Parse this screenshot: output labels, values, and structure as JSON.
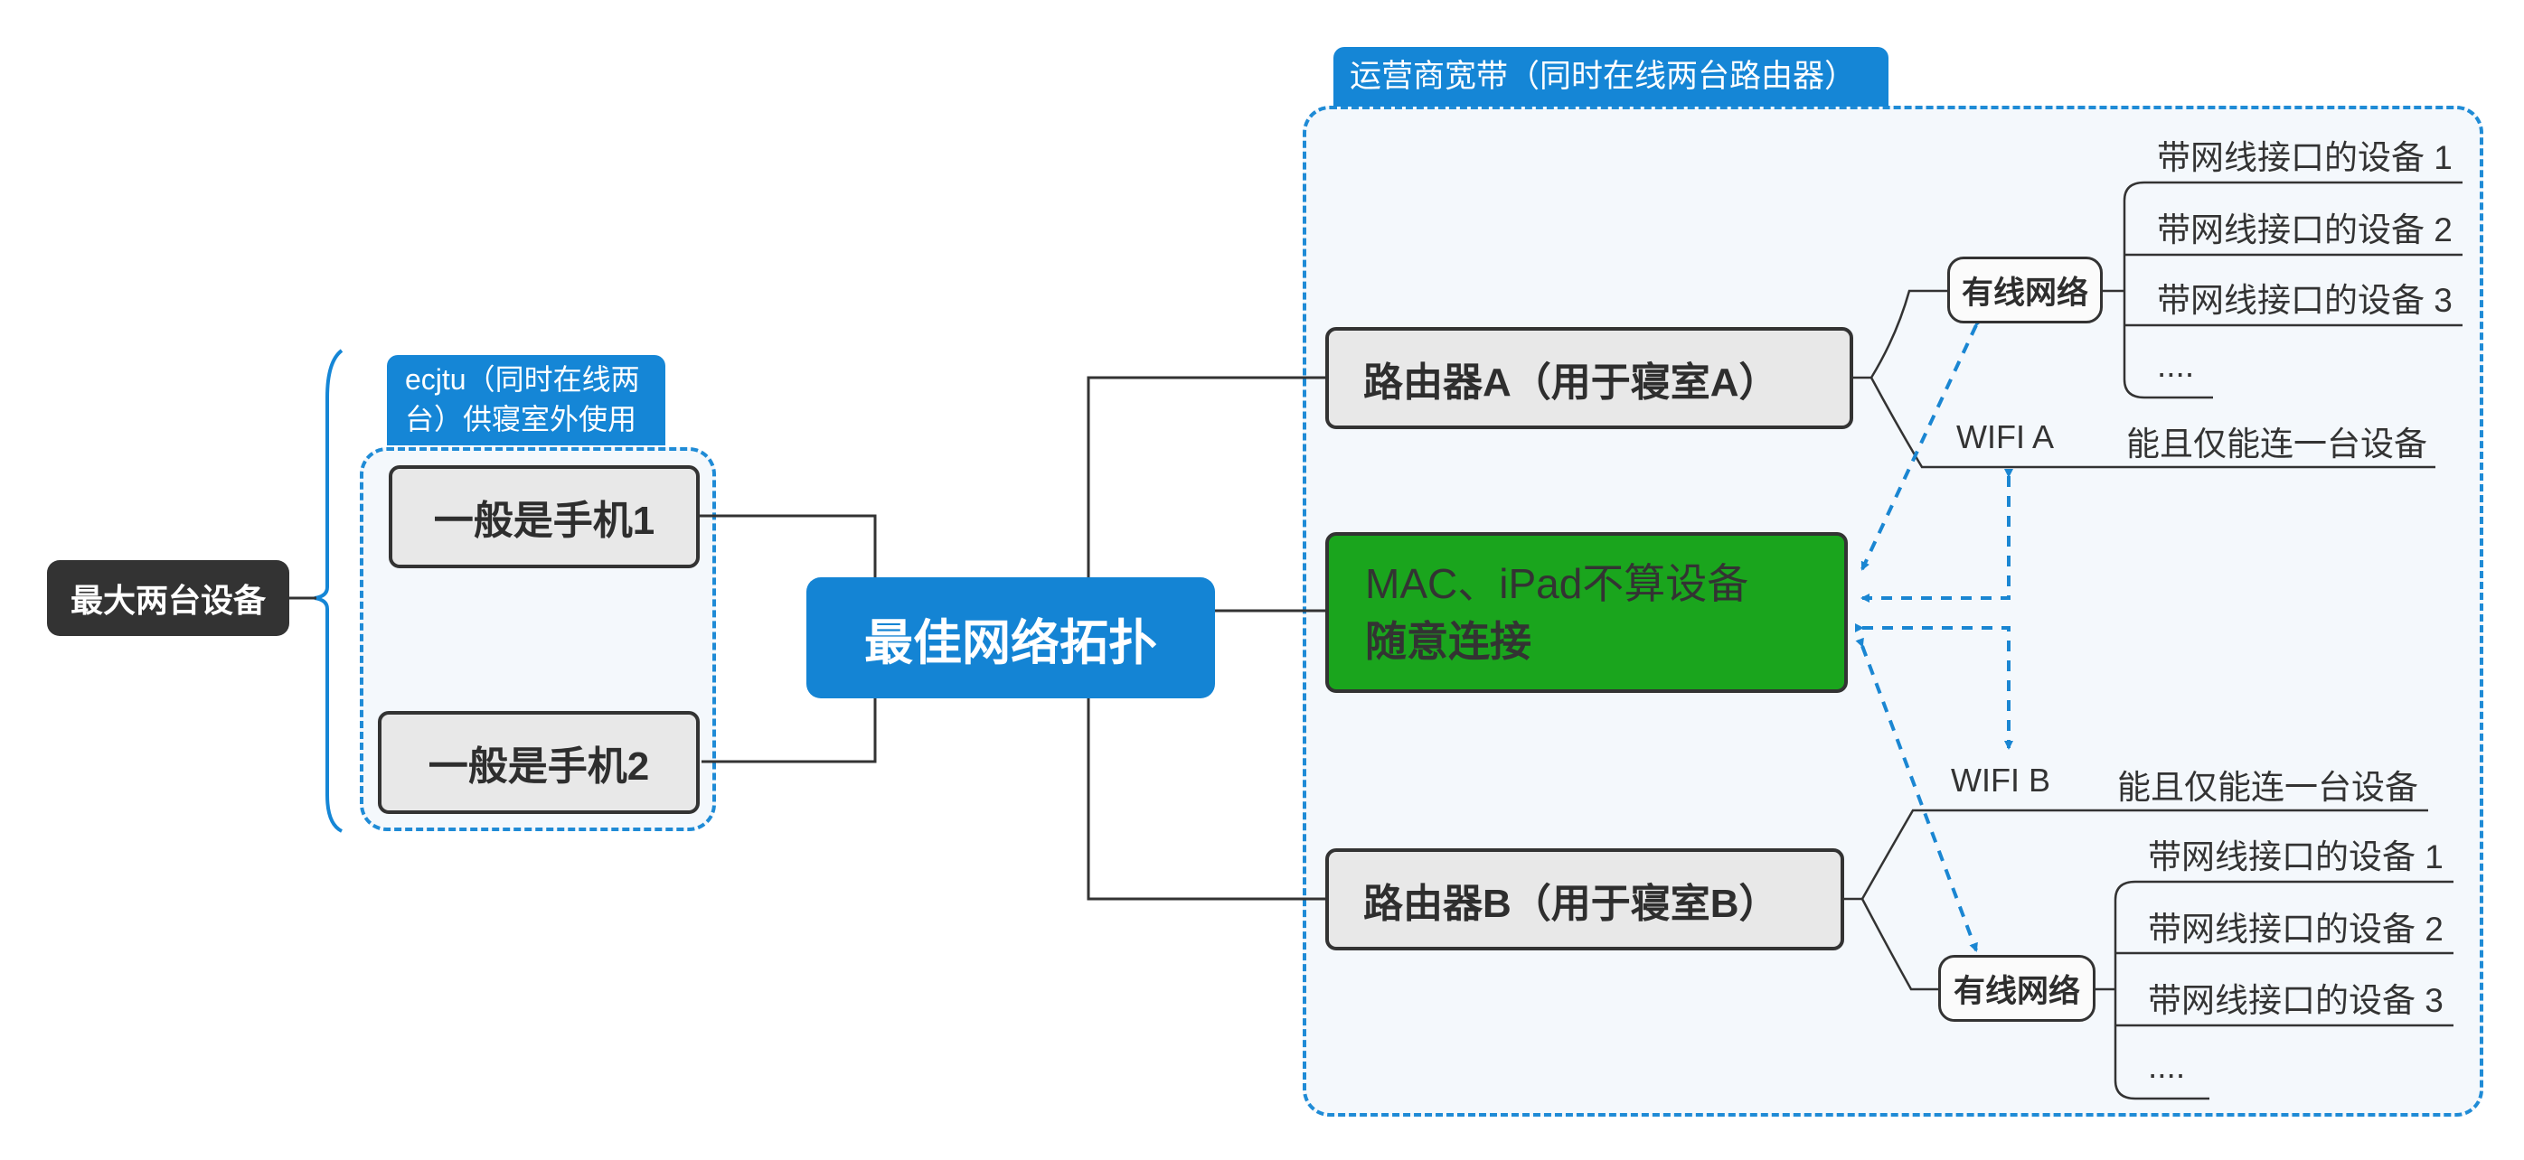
{
  "title": "最佳网络拓扑",
  "left": {
    "summary": "最大两台设备",
    "group_label_line1": "ecjtu（同时在线两",
    "group_label_line2": "台）供寝室外使用",
    "phone1": "一般是手机1",
    "phone2": "一般是手机2"
  },
  "right": {
    "group_label": "运营商宽带（同时在线两台路由器）",
    "router_a": "路由器A（用于寝室A）",
    "router_b": "路由器B（用于寝室B）",
    "mac_line1": "MAC、iPad不算设备",
    "mac_line2": "随意连接",
    "wired": "有线网络",
    "wifi_a": "WIFI A",
    "wifi_b": "WIFI B",
    "single": "能且仅能连一台设备",
    "devices_a": [
      "带网线接口的设备 1",
      "带网线接口的设备 2",
      "带网线接口的设备 3",
      "...."
    ],
    "devices_b": [
      "带网线接口的设备 1",
      "带网线接口的设备 2",
      "带网线接口的设备 3",
      "...."
    ]
  },
  "colors": {
    "accent": "#1586d6",
    "central": "#1484d4",
    "green": "#1aa51d",
    "dark": "#333333",
    "summary_bg": "#333333"
  }
}
